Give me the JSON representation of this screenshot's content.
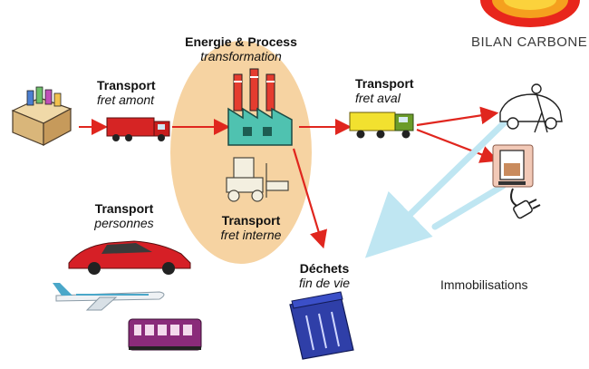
{
  "brand": {
    "text": "BILAN CARBONE",
    "logo_colors": [
      "#e8261c",
      "#f5a01e",
      "#fbd23c"
    ]
  },
  "labels": {
    "energie": {
      "title": "Energie & Process",
      "sub": "transformation"
    },
    "fret_amont": {
      "title": "Transport",
      "sub": "fret amont"
    },
    "fret_aval": {
      "title": "Transport",
      "sub": "fret aval"
    },
    "fret_interne": {
      "title": "Transport",
      "sub": "fret interne"
    },
    "personnes": {
      "title": "Transport",
      "sub": "personnes"
    },
    "dechets": {
      "title": "Déchets",
      "sub": "fin de vie"
    },
    "immobilisations": "Immobilisations"
  },
  "colors": {
    "ellipse": "#f6d3a2",
    "arrow_red": "#e0261e",
    "arrow_cyan": "#bfe6f2"
  },
  "icons": [
    "raw-materials-box-icon",
    "freight-truck-red-icon",
    "factory-icon",
    "forklift-icon",
    "delivery-truck-yellow-icon",
    "car-user-icon",
    "coffee-maker-icon",
    "power-plug-icon",
    "passenger-car-icon",
    "airplane-icon",
    "train-icon",
    "trash-bin-icon"
  ]
}
